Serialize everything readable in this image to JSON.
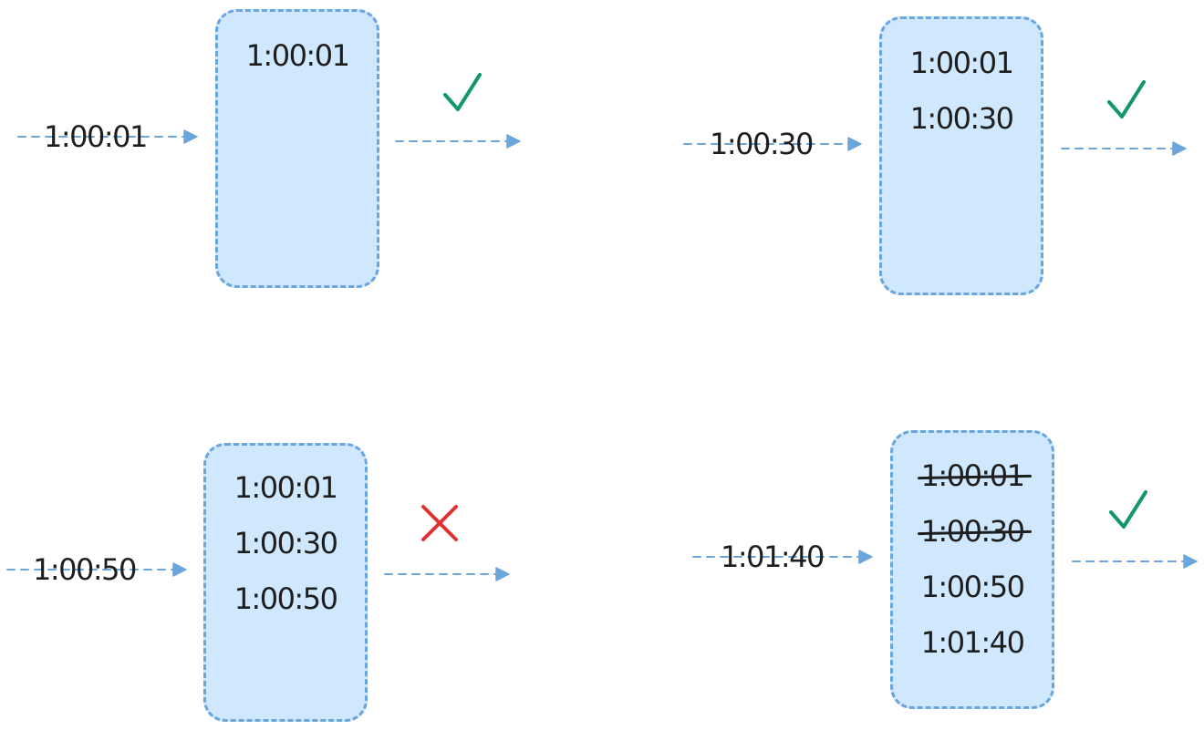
{
  "colors": {
    "box_fill": "#d0e8fd",
    "box_border": "#6aa5dc",
    "arrow": "#6aa5dc",
    "text": "#1e1e1e",
    "accepted": "#139669",
    "rejected": "#e03131"
  },
  "steps": [
    {
      "incoming": "1:00:01",
      "window_items": [
        {
          "text": "1:00:01",
          "struck": false
        }
      ],
      "result": "accepted",
      "result_icon": "checkmark-icon"
    },
    {
      "incoming": "1:00:30",
      "window_items": [
        {
          "text": "1:00:01",
          "struck": false
        },
        {
          "text": "1:00:30",
          "struck": false
        }
      ],
      "result": "accepted",
      "result_icon": "checkmark-icon"
    },
    {
      "incoming": "1:00:50",
      "window_items": [
        {
          "text": "1:00:01",
          "struck": false
        },
        {
          "text": "1:00:30",
          "struck": false
        },
        {
          "text": "1:00:50",
          "struck": false
        }
      ],
      "result": "rejected",
      "result_icon": "cross-icon"
    },
    {
      "incoming": "1:01:40",
      "window_items": [
        {
          "text": "1:00:01",
          "struck": true
        },
        {
          "text": "1:00:30",
          "struck": true
        },
        {
          "text": "1:00:50",
          "struck": false
        },
        {
          "text": "1:01:40",
          "struck": false
        }
      ],
      "result": "accepted",
      "result_icon": "checkmark-icon"
    }
  ]
}
